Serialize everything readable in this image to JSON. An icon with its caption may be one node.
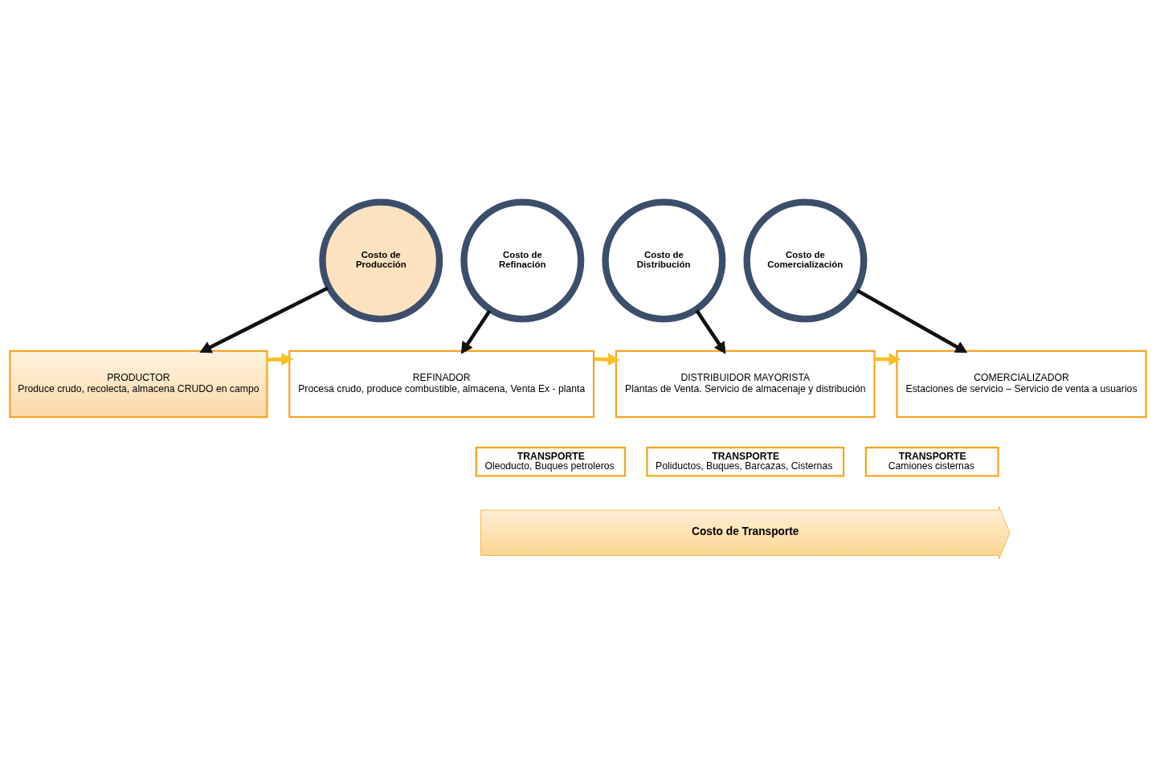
{
  "diagram": {
    "nodes": [
      {
        "text": [
          "Costo de Producción"
        ]
      },
      {
        "text": [
          "Costo de Refinación"
        ]
      },
      {
        "text": [
          "Costo de Distribución"
        ]
      },
      {
        "text": [
          "Costo de Comercialización"
        ]
      },
      {
        "text": [
          "PRODUCTOR",
          "Produce crudo, recolecta, almacena CRUDO en campo"
        ]
      },
      {
        "text": [
          "REFINADOR",
          "Procesa crudo, produce combustible, almacena, Venta Ex - planta"
        ]
      },
      {
        "text": [
          "DISTRIBUIDOR MAYORISTA",
          "Plantas de Venta. Servicio de almacenaje y distribución"
        ]
      },
      {
        "text": [
          "COMERCIALIZADOR",
          "Estaciones de servicio – Servicio de venta a usuarios"
        ]
      },
      {
        "text": [
          "TRANSPORTE",
          "Oleoducto, Buques petroleros"
        ]
      },
      {
        "text": [
          "TRANSPORTE",
          "Poliductos, Buques, Barcazas, Cisternas"
        ]
      },
      {
        "text": [
          "TRANSPORTE",
          "Camiones cisternas"
        ]
      },
      {
        "text": [
          "Costo de Transporte"
        ]
      }
    ],
    "edges": [
      {
        "from": 0,
        "to": 4,
        "arrow": "to"
      },
      {
        "from": 1,
        "to": 5,
        "arrow": "to"
      },
      {
        "from": 2,
        "to": 6,
        "arrow": "to"
      },
      {
        "from": 3,
        "to": 7,
        "arrow": "to"
      },
      {
        "from": 4,
        "to": 5,
        "arrow": "to",
        "color": "#fbbf24"
      },
      {
        "from": 5,
        "to": 6,
        "arrow": "to",
        "color": "#fbbf24"
      },
      {
        "from": 6,
        "to": 7,
        "arrow": "to",
        "color": "#fbbf24"
      }
    ]
  }
}
